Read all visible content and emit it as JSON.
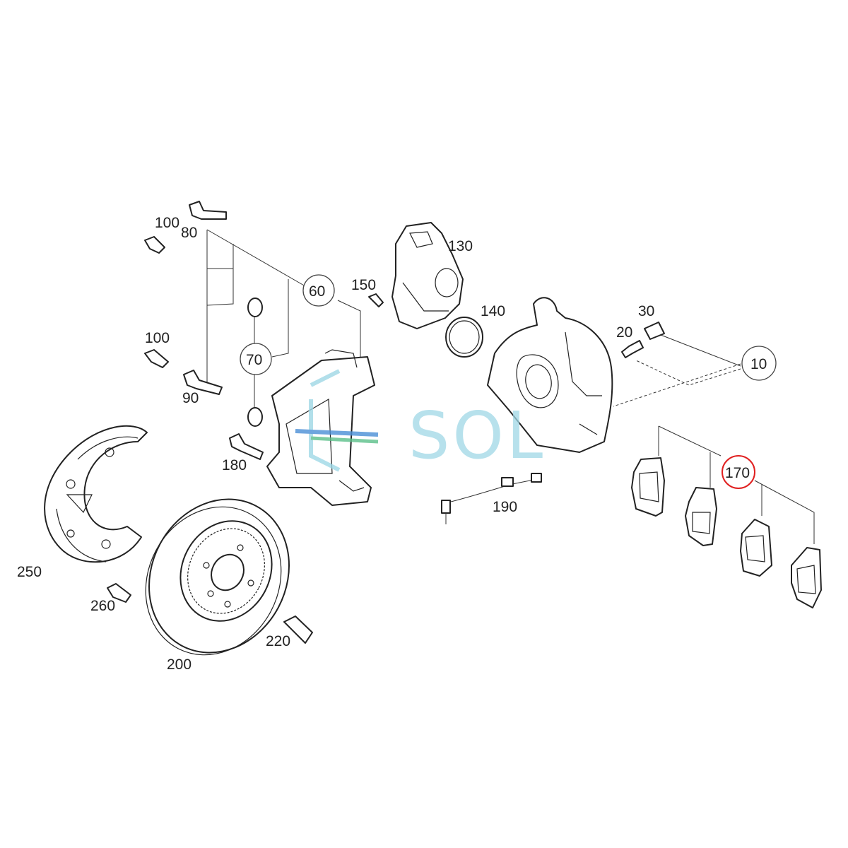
{
  "diagram": {
    "watermark": "SOL",
    "colors": {
      "line": "#222222",
      "highlight": "#e02020",
      "watermark": "#9fd8e6",
      "watermark_logo_blue": "#4a8fd6",
      "watermark_logo_green": "#5cc08a"
    },
    "labels": {
      "p10": "10",
      "p20": "20",
      "p30": "30",
      "p60": "60",
      "p70": "70",
      "p80": "80",
      "p90": "90",
      "p100a": "100",
      "p100b": "100",
      "p130": "130",
      "p140": "140",
      "p150": "150",
      "p170": "170",
      "p180": "180",
      "p190": "190",
      "p200": "200",
      "p220": "220",
      "p250": "250",
      "p260": "260"
    },
    "highlighted_part": "170"
  }
}
